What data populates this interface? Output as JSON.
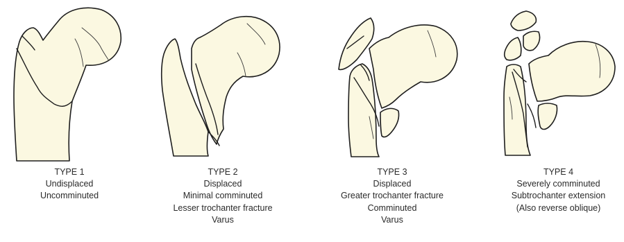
{
  "figure": {
    "types": [
      {
        "title": "TYPE 1",
        "lines": [
          "Undisplaced",
          "Uncomminuted"
        ]
      },
      {
        "title": "TYPE 2",
        "lines": [
          "Displaced",
          "Minimal comminuted",
          "Lesser trochanter fracture",
          "Varus"
        ]
      },
      {
        "title": "TYPE 3",
        "lines": [
          "Displaced",
          "Greater trochanter fracture",
          "Comminuted",
          "Varus"
        ]
      },
      {
        "title": "TYPE 4",
        "lines": [
          "Severely comminuted",
          "Subtrochanter extension",
          "(Also reverse oblique)"
        ]
      }
    ]
  }
}
